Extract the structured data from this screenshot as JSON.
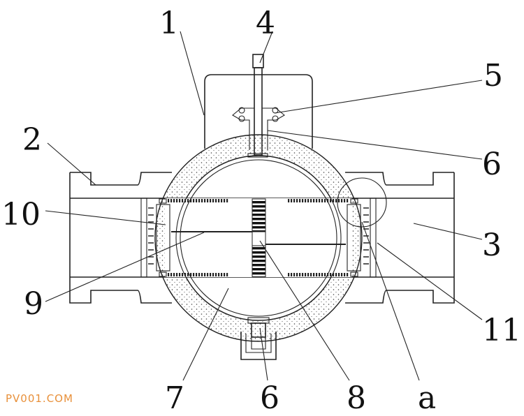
{
  "diagram": {
    "labels": [
      {
        "id": "1",
        "text": "1"
      },
      {
        "id": "4",
        "text": "4"
      },
      {
        "id": "5",
        "text": "5"
      },
      {
        "id": "6-top",
        "text": "6"
      },
      {
        "id": "2",
        "text": "2"
      },
      {
        "id": "10",
        "text": "10"
      },
      {
        "id": "3",
        "text": "3"
      },
      {
        "id": "9",
        "text": "9"
      },
      {
        "id": "11",
        "text": "11"
      },
      {
        "id": "7",
        "text": "7"
      },
      {
        "id": "6-bottom",
        "text": "6"
      },
      {
        "id": "8",
        "text": "8"
      },
      {
        "id": "a",
        "text": "a"
      }
    ],
    "watermark": "PV001.COM",
    "colors": {
      "line": "#222222",
      "watermark": "#e8903a"
    }
  }
}
